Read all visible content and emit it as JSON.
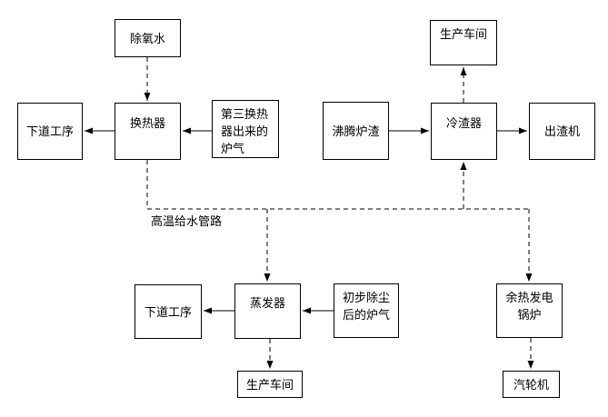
{
  "diagram": {
    "type": "flowchart",
    "background_color": "#ffffff",
    "line_color": "#000000",
    "pipeline_label": "高温给水管路",
    "nodes": [
      {
        "id": "deoxygenated-water",
        "label": "除氧水"
      },
      {
        "id": "next-process-top",
        "label": "下道工序"
      },
      {
        "id": "heat-exchanger",
        "label": "换热器"
      },
      {
        "id": "third-exchanger-gas",
        "label": "第三换热\n器出来的\n炉气"
      },
      {
        "id": "production-workshop-top",
        "label": "生产车间"
      },
      {
        "id": "boiling-furnace-slag",
        "label": "沸腾炉渣"
      },
      {
        "id": "slag-cooler",
        "label": "冷渣器"
      },
      {
        "id": "slag-discharger",
        "label": "出渣机"
      },
      {
        "id": "next-process-bottom",
        "label": "下道工序"
      },
      {
        "id": "evaporator",
        "label": "蒸发器"
      },
      {
        "id": "preliminary-dedusted-gas",
        "label": "初步除尘\n后的炉气"
      },
      {
        "id": "waste-heat-boiler",
        "label": "余热发电\n锅炉"
      },
      {
        "id": "production-workshop-bottom",
        "label": "生产车间"
      },
      {
        "id": "steam-turbine",
        "label": "汽轮机"
      }
    ],
    "edges": [
      {
        "from": "deoxygenated-water",
        "to": "heat-exchanger",
        "style": "dashed"
      },
      {
        "from": "heat-exchanger",
        "to": "next-process-top",
        "style": "solid"
      },
      {
        "from": "third-exchanger-gas",
        "to": "heat-exchanger",
        "style": "solid"
      },
      {
        "from": "boiling-furnace-slag",
        "to": "slag-cooler",
        "style": "solid"
      },
      {
        "from": "slag-cooler",
        "to": "slag-discharger",
        "style": "solid"
      },
      {
        "from": "slag-cooler",
        "to": "production-workshop-top",
        "style": "dashed"
      },
      {
        "from": "heat-exchanger",
        "to": "high-temp-feedwater-pipeline",
        "style": "dashed"
      },
      {
        "from": "high-temp-feedwater-pipeline",
        "to": "evaporator",
        "style": "dashed"
      },
      {
        "from": "high-temp-feedwater-pipeline",
        "to": "slag-cooler",
        "style": "dashed"
      },
      {
        "from": "high-temp-feedwater-pipeline",
        "to": "waste-heat-boiler",
        "style": "dashed"
      },
      {
        "from": "evaporator",
        "to": "next-process-bottom",
        "style": "solid"
      },
      {
        "from": "preliminary-dedusted-gas",
        "to": "evaporator",
        "style": "solid"
      },
      {
        "from": "evaporator",
        "to": "production-workshop-bottom",
        "style": "dashed"
      },
      {
        "from": "waste-heat-boiler",
        "to": "steam-turbine",
        "style": "dashed"
      }
    ]
  }
}
